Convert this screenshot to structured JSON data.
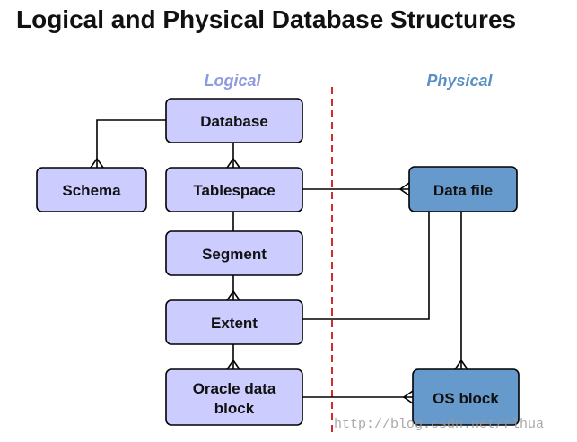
{
  "title": "Logical and Physical Database Structures",
  "sections": {
    "logical": "Logical",
    "physical": "Physical"
  },
  "colors": {
    "logical_fill": "#ccccff",
    "physical_fill": "#6699cc",
    "section_logical": "#8f9be0",
    "section_physical": "#5a8fc4",
    "divider": "#d62a2a",
    "stroke": "#000000"
  },
  "boxes": {
    "database": "Database",
    "schema": "Schema",
    "tablespace": "Tablespace",
    "segment": "Segment",
    "extent": "Extent",
    "oracle_block_line1": "Oracle data",
    "oracle_block_line2": "block",
    "data_file": "Data file",
    "os_block": "OS block"
  },
  "watermark": "http://blog.csdn.net/rlhua"
}
